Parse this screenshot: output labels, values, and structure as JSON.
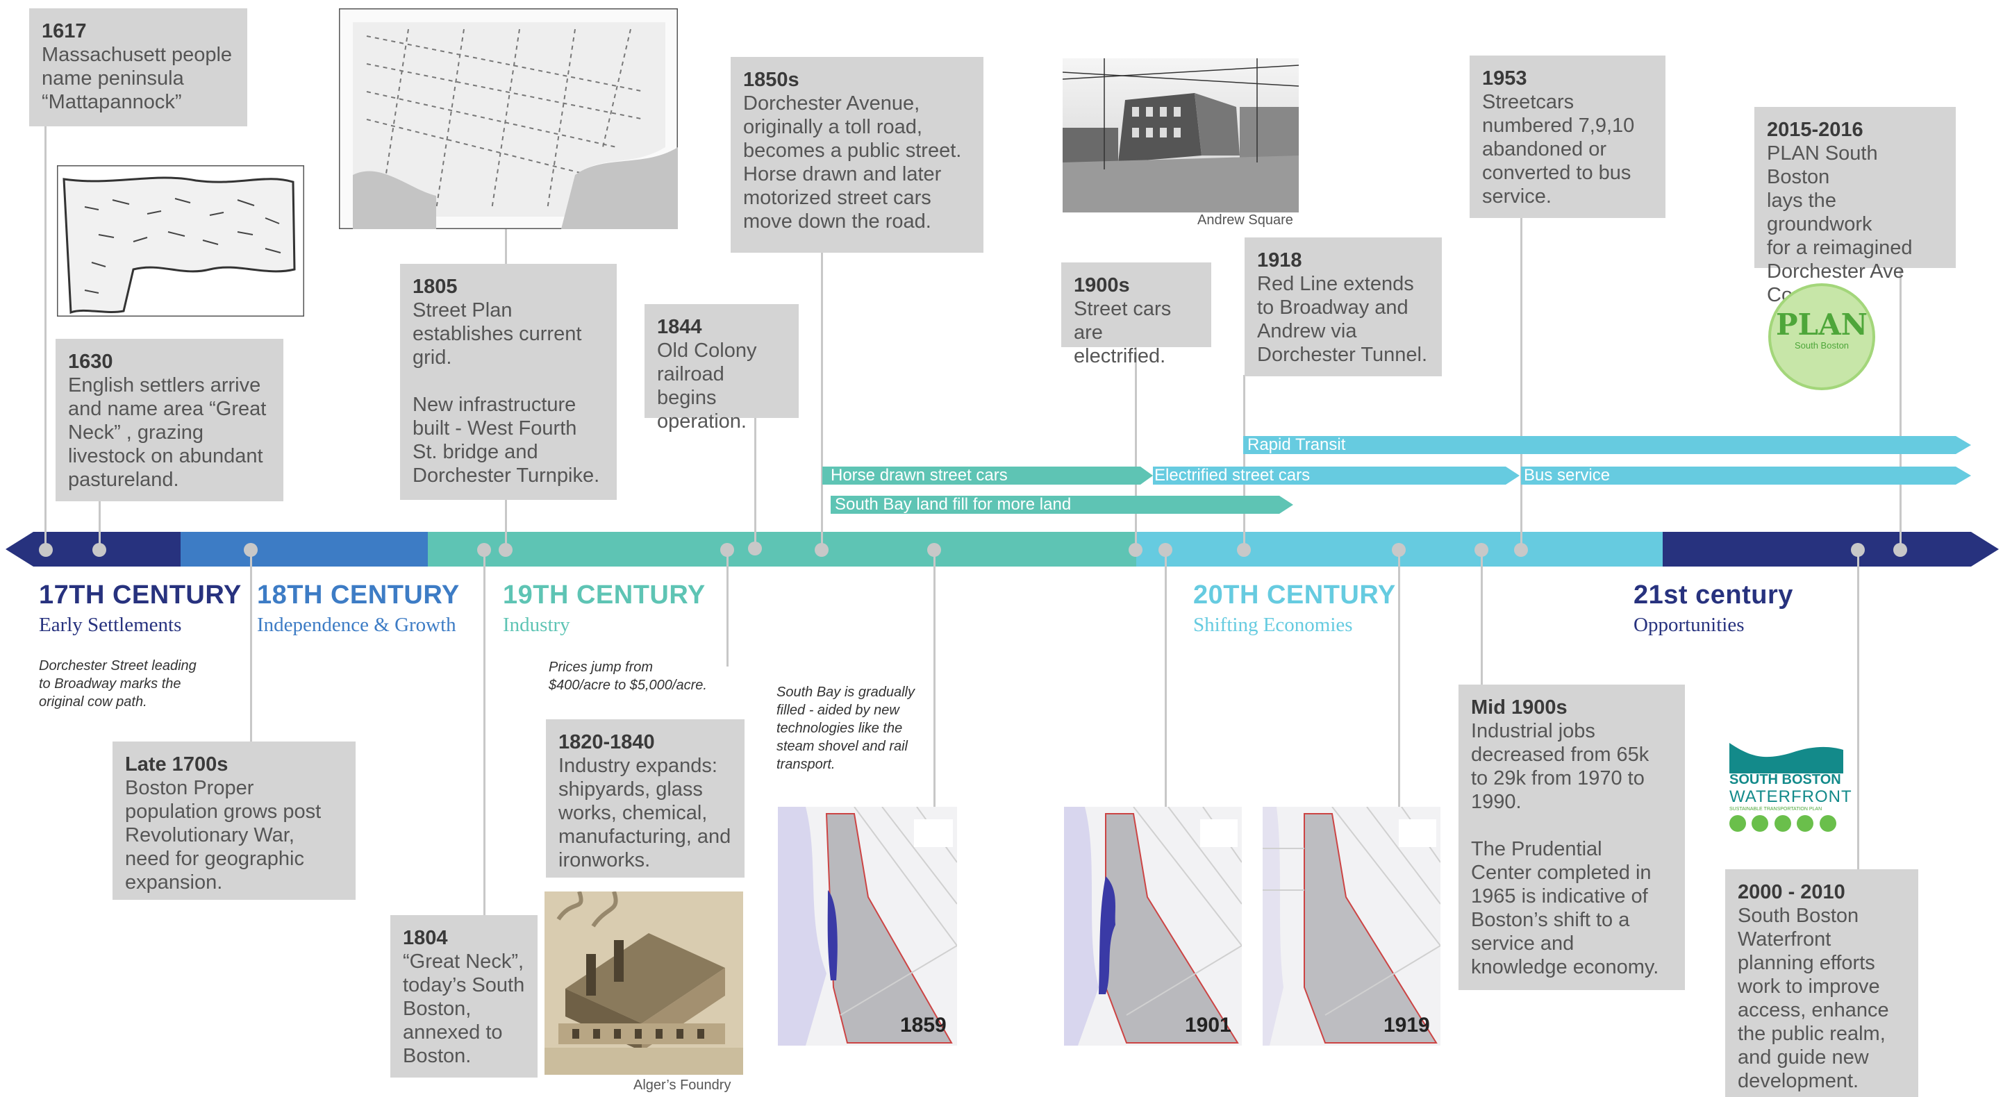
{
  "colors": {
    "c17": "#27327e",
    "c18": "#3d7cc5",
    "c19": "#5ec4b4",
    "c20": "#66cbe0",
    "c21": "#27327e",
    "box": "#d4d4d4",
    "line": "#c8c8c8",
    "teal_bar": "#5ec4b4",
    "cyan_bar": "#66cbe0"
  },
  "eras": [
    {
      "title": "17TH CENTURY",
      "subtitle": "Early Settlements"
    },
    {
      "title": "18TH CENTURY",
      "subtitle": "Independence & Growth"
    },
    {
      "title": "19TH CENTURY",
      "subtitle": "Industry"
    },
    {
      "title": "20TH CENTURY",
      "subtitle": "Shifting Economies"
    },
    {
      "title": "21st century",
      "subtitle": "Opportunities"
    }
  ],
  "events": {
    "e1617": {
      "year": "1617",
      "text": "Massachusett people\nname peninsula\n“Mattapannock”"
    },
    "e1630": {
      "year": "1630",
      "text": "English settlers arrive\nand name area “Great\nNeck” , grazing\nlivestock on abundant\npastureland."
    },
    "e1805": {
      "year": "1805",
      "text": "Street Plan\nestablishes current\ngrid.\n\nNew infrastructure\nbuilt - West Fourth\nSt. bridge and\nDorchester Turnpike."
    },
    "e1844": {
      "year": "1844",
      "text": "Old Colony\nrailroad begins\noperation."
    },
    "e1850s": {
      "year": "1850s",
      "text": "Dorchester Avenue,\noriginally a toll road,\nbecomes a public street.\nHorse drawn and later\nmotorized street cars\nmove down the road."
    },
    "e1900s": {
      "year": "1900s",
      "text": "Street cars are\nelectrified."
    },
    "e1918": {
      "year": "1918",
      "text": "Red Line extends\nto Broadway and\nAndrew via\nDorchester Tunnel."
    },
    "e1953": {
      "year": "1953",
      "text": "Streetcars\nnumbered 7,9,10\nabandoned or\nconverted to bus\nservice."
    },
    "e2015": {
      "year": "2015-2016",
      "text": "PLAN South Boston\nlays the groundwork\nfor a reimagined\nDorchester Ave\nCorridor."
    },
    "elate1700s": {
      "year": "Late 1700s",
      "text": "Boston Proper\npopulation grows post\nRevolutionary War,\nneed for geographic\nexpansion."
    },
    "e1804": {
      "year": "1804",
      "text": "“Great Neck”,\ntoday’s South\nBoston,\nannexed to\nBoston."
    },
    "e1820": {
      "year": "1820-1840",
      "text": "Industry expands:\nshipyards, glass\nworks, chemical,\nmanufacturing, and\nironworks."
    },
    "emid1900s": {
      "year": "Mid 1900s",
      "text": "Industrial jobs\ndecreased from 65k\nto 29k from 1970 to\n1990.\n\nThe Prudential\nCenter completed in\n1965 is indicative of\nBoston’s shift to a\nservice and\nknowledge economy."
    },
    "e2000": {
      "year": "2000 - 2010",
      "text": "South Boston\nWaterfront\nplanning efforts\nwork to improve\naccess, enhance\nthe public realm,\nand guide new\ndevelopment."
    }
  },
  "notes": {
    "cowpath": "Dorchester Street leading\nto Broadway marks the\noriginal cow path.",
    "prices": "Prices jump from\n$400/acre to $5,000/acre.",
    "southbay": "South Bay is gradually\nfilled - aided by new\ntechnologies like the\nsteam shovel and rail\ntransport."
  },
  "captions": {
    "andrew": "Andrew Square",
    "alger": "Alger’s Foundry"
  },
  "map_years": {
    "m1859": "1859",
    "m1901": "1901",
    "m1919": "1919"
  },
  "bars": {
    "horse": "Horse drawn street cars",
    "southbay": "South Bay land fill for more land",
    "rapid": "Rapid Transit",
    "electrified": "Electrified street cars",
    "bus": "Bus service"
  },
  "logos": {
    "plan_title": "PLAN",
    "plan_sub": "South Boston",
    "sbw_line1": "SOUTH BOSTON",
    "sbw_line2": "WATERFRONT",
    "sbw_line3": "SUSTAINABLE TRANSPORTATION PLAN"
  },
  "icons": [
    "walk-icon",
    "bike-icon",
    "car-icon",
    "bus-icon",
    "train-icon"
  ]
}
